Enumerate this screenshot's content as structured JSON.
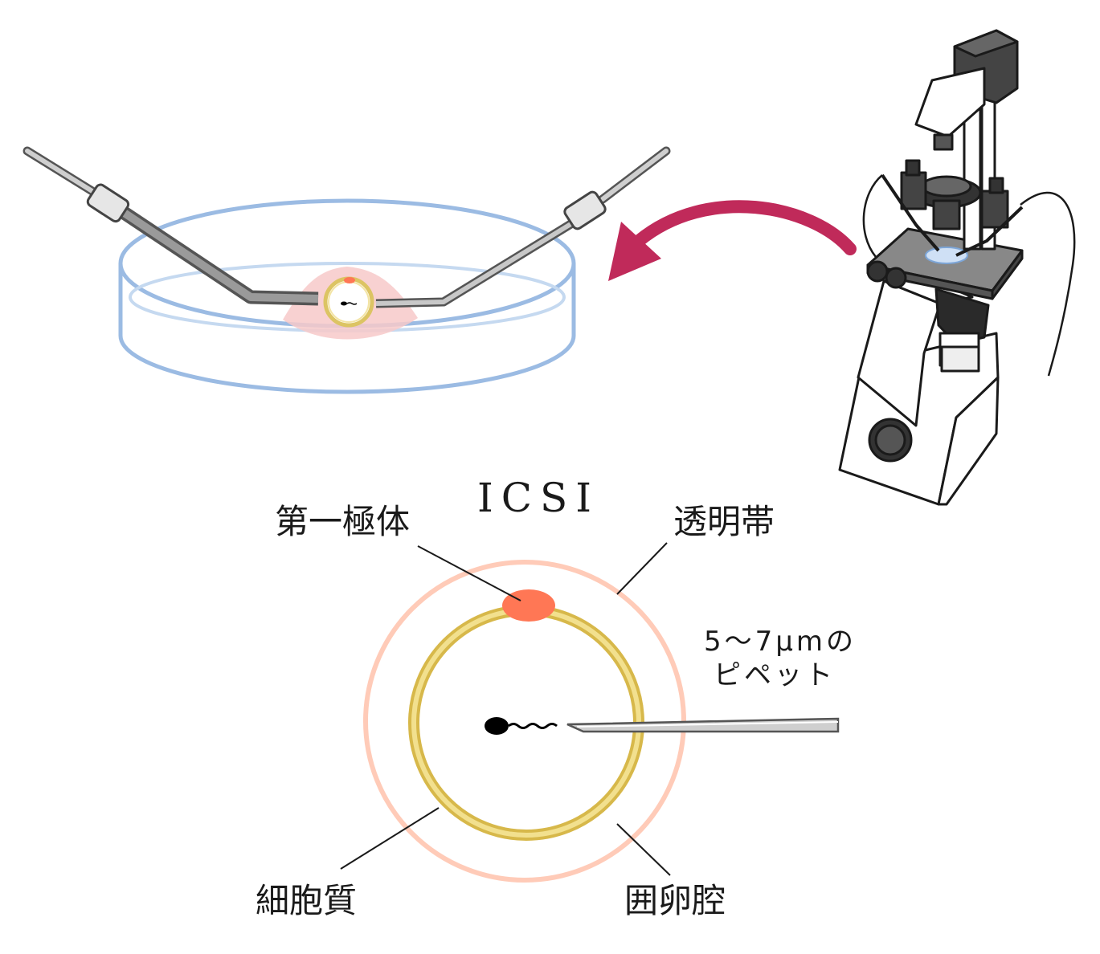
{
  "title": "ICSI",
  "labels": {
    "polar_body": "第一極体",
    "zona": "透明帯",
    "cytoplasm": "細胞質",
    "perivitelline": "囲卵腔",
    "pipette_line1": "5～7μmの",
    "pipette_line2": "ピペット"
  },
  "colors": {
    "dish": "#9bbbe3",
    "arrow": "#c02a5a",
    "zona": "#ffcbb8",
    "ooplasm": "#e6c95a",
    "polar_body": "#ff7755",
    "halo": "#f7b8b8"
  }
}
